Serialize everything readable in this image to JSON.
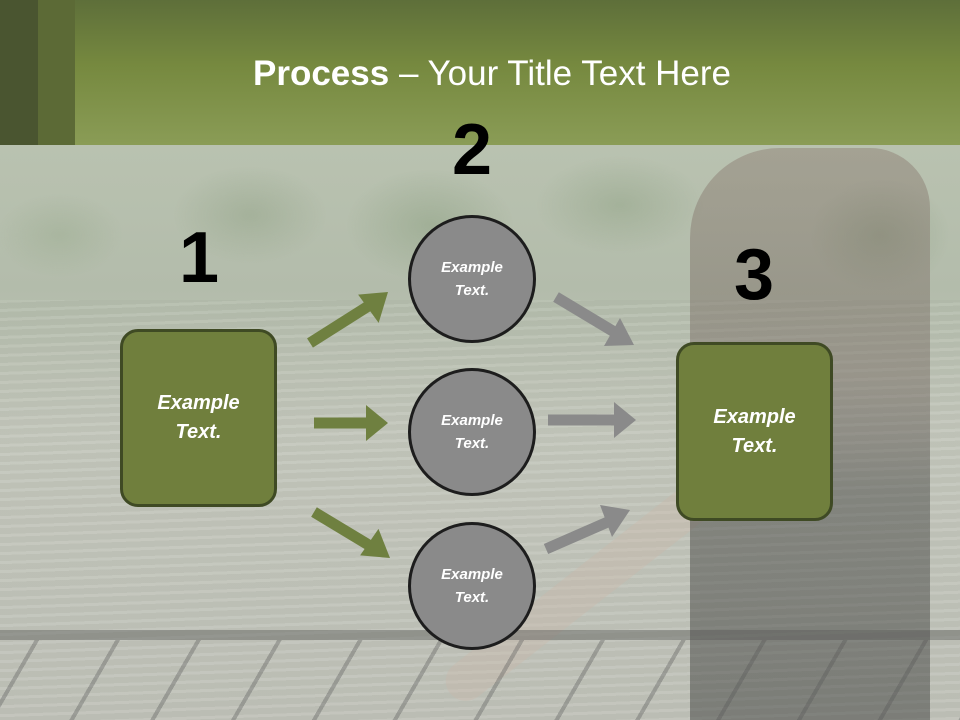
{
  "slide": {
    "title": {
      "bold": "Process",
      "separator": " – ",
      "rest": "Your Title Text Here"
    },
    "steps": [
      {
        "number": "1"
      },
      {
        "number": "2"
      },
      {
        "number": "3"
      }
    ],
    "left_box": {
      "text": "Example Text."
    },
    "circles": [
      {
        "text": "Example Text."
      },
      {
        "text": "Example Text."
      },
      {
        "text": "Example Text."
      }
    ],
    "right_box": {
      "text": "Example Text."
    },
    "colors": {
      "header": "#76893f",
      "box_fill": "#707f3d",
      "box_border": "#3f4a24",
      "circle_fill": "#8a8a8a",
      "green_arrow": "#6f8040",
      "grey_arrow": "#8a8a8a"
    }
  }
}
